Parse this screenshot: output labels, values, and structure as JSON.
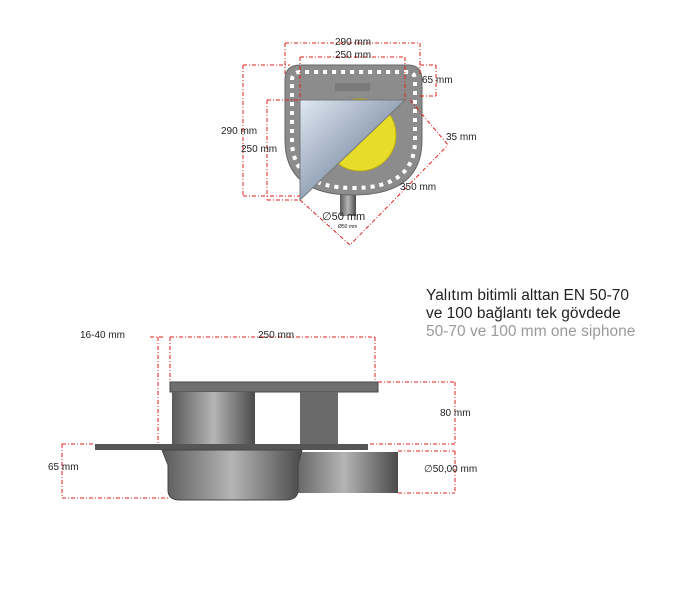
{
  "top_view": {
    "width_outer": "290 mm",
    "width_inner": "250 mm",
    "offset_top": "65 mm",
    "height_outer": "290 mm",
    "height_inner": "250 mm",
    "edge": "35 mm",
    "diagonal": "350 mm",
    "outlet": "∅50 mm",
    "outlet_small": "Ø50 mm"
  },
  "side_view": {
    "adjust": "16-40 mm",
    "width": "250 mm",
    "height_top": "80 mm",
    "height_body": "65 mm",
    "outlet": "∅50,00 mm"
  },
  "description": {
    "line1": "Yalıtım bitimli alttan EN 50-70",
    "line2": "ve 100 bağlantı tek gövdede",
    "line3": "50-70 ve 100 mm one siphone"
  },
  "colors": {
    "dimension": "#e0211b",
    "body": "#8a8a8a",
    "yellow": "#e8dc2a"
  }
}
